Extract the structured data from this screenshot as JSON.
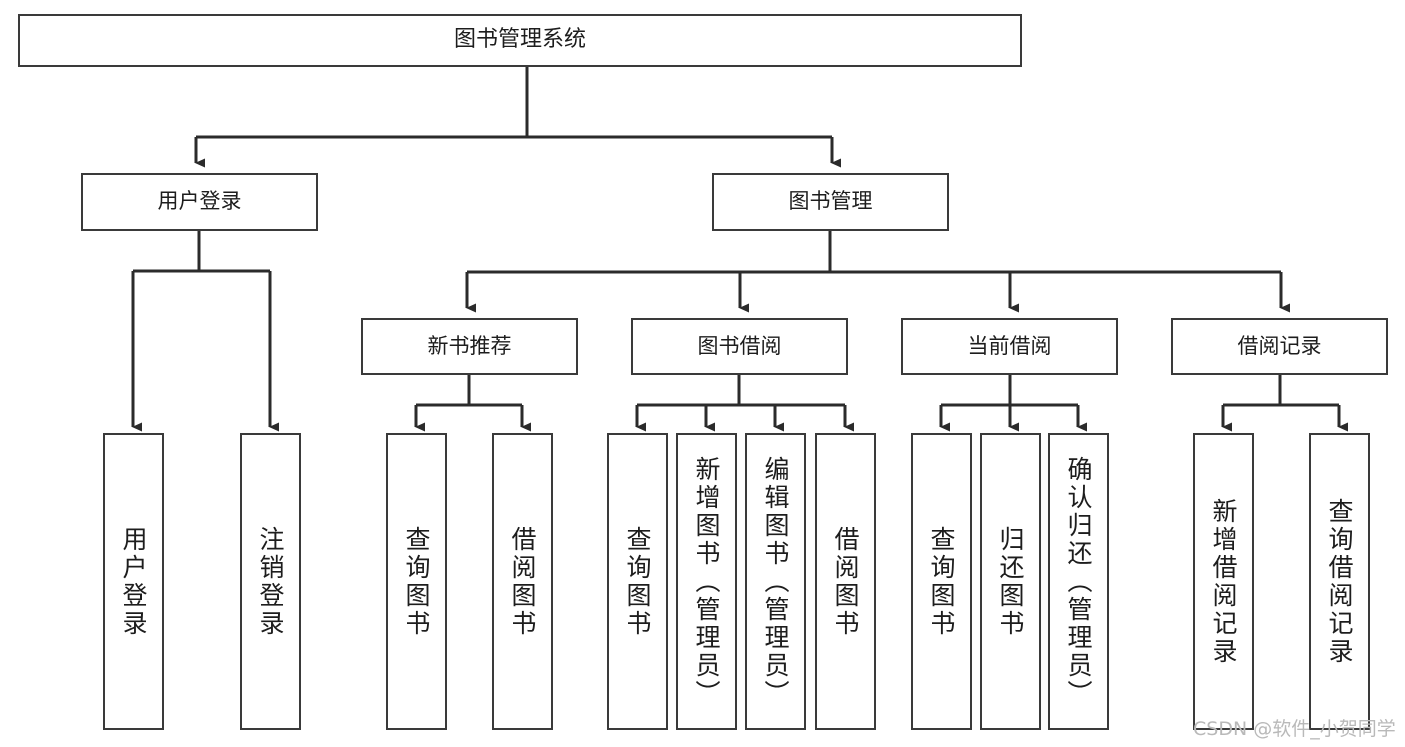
{
  "diagram": {
    "title": "图书管理系统",
    "watermark": "CSDN @软件_小贺同学",
    "colors": {
      "box_border": "#3a3a3a",
      "line": "#2b2b2b",
      "text": "#1d1d1d",
      "background": "#ffffff",
      "watermark": "#b9b9b9"
    },
    "root": {
      "label": "图书管理系统"
    },
    "level1": [
      {
        "label": "用户登录"
      },
      {
        "label": "图书管理"
      }
    ],
    "level2": [
      {
        "label": "新书推荐"
      },
      {
        "label": "图书借阅"
      },
      {
        "label": "当前借阅"
      },
      {
        "label": "借阅记录"
      }
    ],
    "leaves": {
      "user_login": [
        {
          "label": "用户登录"
        },
        {
          "label": "注销登录"
        }
      ],
      "new_book": [
        {
          "label": "查询图书"
        },
        {
          "label": "借阅图书"
        }
      ],
      "borrow_book": [
        {
          "label": "查询图书"
        },
        {
          "label": "新增图书（管理员）"
        },
        {
          "label": "编辑图书（管理员）"
        },
        {
          "label": "借阅图书"
        }
      ],
      "current_borrow": [
        {
          "label": "查询图书"
        },
        {
          "label": "归还图书"
        },
        {
          "label": "确认归还（管理员）"
        }
      ],
      "borrow_record": [
        {
          "label": "新增借阅记录"
        },
        {
          "label": "查询借阅记录"
        }
      ]
    }
  }
}
